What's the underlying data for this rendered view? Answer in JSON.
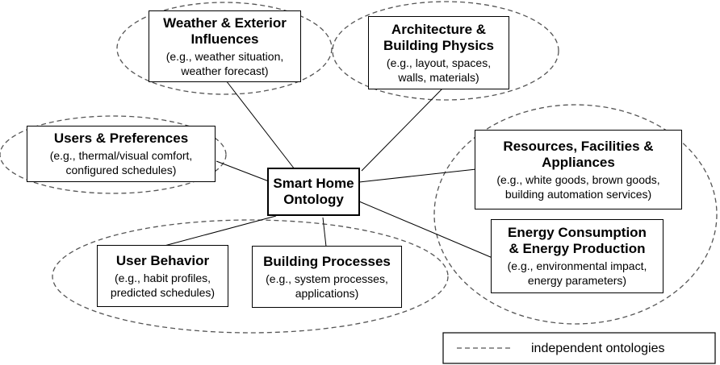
{
  "center": {
    "title": "Smart Home\nOntology"
  },
  "nodes": [
    {
      "id": "weather",
      "title": "Weather & Exterior\nInfluences",
      "desc": "(e.g., weather situation,\nweather forecast)"
    },
    {
      "id": "architecture",
      "title": "Architecture &\nBuilding Physics",
      "desc": "(e.g., layout, spaces,\nwalls, materials)"
    },
    {
      "id": "users",
      "title": "Users & Preferences",
      "desc": "(e.g., thermal/visual comfort,\nconfigured schedules)"
    },
    {
      "id": "resources",
      "title": "Resources, Facilities &\nAppliances",
      "desc": "(e.g., white goods, brown goods,\nbuilding automation services)"
    },
    {
      "id": "energy",
      "title": "Energy Consumption\n& Energy Production",
      "desc": "(e.g., environmental impact,\nenergy parameters)"
    },
    {
      "id": "behavior",
      "title": "User Behavior",
      "desc": "(e.g., habit profiles,\npredicted schedules)"
    },
    {
      "id": "processes",
      "title": "Building Processes",
      "desc": "(e.g., system processes,\napplications)"
    }
  ],
  "legend": {
    "label": "independent ontologies"
  }
}
